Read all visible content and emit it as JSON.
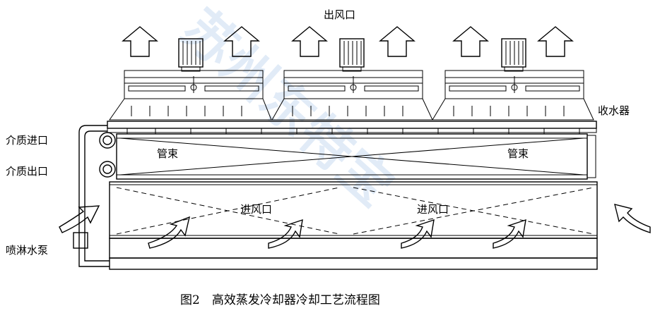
{
  "labels": {
    "outlet_air": "出风口",
    "water_collector": "收水器",
    "medium_inlet": "介质进口",
    "medium_outlet": "介质出口",
    "spray_pump": "喷淋水泵",
    "tube_bundle_left": "管束",
    "tube_bundle_right": "管束",
    "inlet_air_left": "进风口",
    "inlet_air_right": "进风口"
  },
  "caption": "图2　高效蒸发冷却器冷却工艺流程图",
  "watermark": "苏州东特宝",
  "icons": {
    "fan_motor": "fan-motor-icon",
    "up_arrow": "hollow-up-arrow-icon",
    "curved_arrow": "curved-airflow-arrow-icon",
    "pipe_port": "pipe-port-icon"
  }
}
